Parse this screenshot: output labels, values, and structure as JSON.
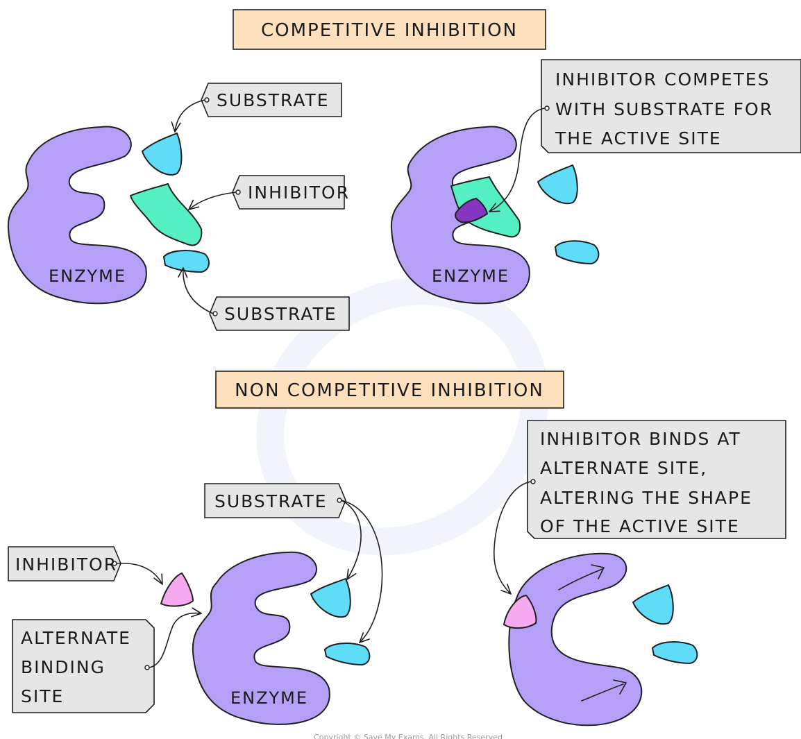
{
  "titles": {
    "competitive": "COMPETITIVE  INHIBITION",
    "non_competitive": "NON  COMPETITIVE  INHIBITION"
  },
  "competitive": {
    "left": {
      "substrate_top": "SUBSTRATE",
      "inhibitor": "INHIBITOR",
      "substrate_bottom": "SUBSTRATE",
      "enzyme": "ENZYME"
    },
    "right": {
      "note_lines": [
        "INHIBITOR  COMPETES",
        "WITH  SUBSTRATE  FOR",
        "THE  ACTIVE  SITE"
      ],
      "enzyme": "ENZYME"
    }
  },
  "non_competitive": {
    "left": {
      "substrate": "SUBSTRATE",
      "inhibitor": "INHIBITOR",
      "alternate_site_lines": [
        "ALTERNATE",
        "BINDING",
        "SITE"
      ],
      "enzyme": "ENZYME"
    },
    "right": {
      "note_lines": [
        "INHIBITOR  BINDS  AT",
        "ALTERNATE  SITE,",
        "ALTERING  THE  SHAPE",
        "OF  THE  ACTIVE  SITE"
      ]
    }
  },
  "copyright": "Copyright © Save My Exams. All Rights Reserved",
  "colors": {
    "enzyme": "#b5a0f8",
    "substrate": "#5fdcf7",
    "inhibitor_competitive": "#55f0c1",
    "inhibitor_non_competitive": "#f6a9ef",
    "title_box": "#fde1bf",
    "label_tag": "#e6e6e6"
  }
}
